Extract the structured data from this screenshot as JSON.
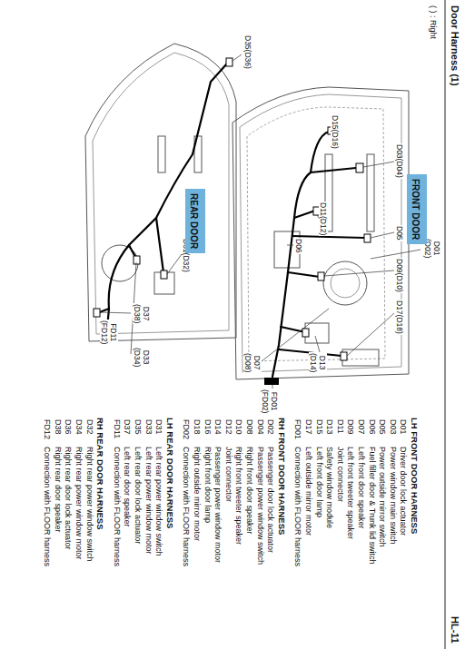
{
  "diagram": {
    "title": "Door Harness (1)",
    "nodes": [
      {
        "text": [
          "FRONT DOOR"
        ]
      },
      {
        "text": [
          "REAR DOOR"
        ]
      }
    ],
    "edges": [],
    "labels": [
      "HL-11",
      "( ) : Right",
      "D01 (D02)",
      "D03(D04)",
      "D05",
      "D09(D10)",
      "D17(D18)",
      "D15(D16)",
      "D11(D12)",
      "D06",
      "D13 (D14)",
      "D07 (D08)",
      "FD01 (FD02)",
      "D35(D36)",
      "D31(D32)",
      "D37 (D38)",
      "D33 (D34)",
      "FD11 (FD12)",
      "LH FRONT DOOR HARNESS",
      "D01",
      "Driver door lock actuator",
      "D03",
      "Power window main switch",
      "D05",
      "Power outside mirror switch",
      "D06",
      "Fuel filler door & Trunk lid switch",
      "D07",
      "Left front door speaker",
      "D09",
      "Left front tweeter speaker",
      "D11",
      "Joint connector",
      "D13",
      "Safety window module",
      "D15",
      "Left front door lamp",
      "D17",
      "Left outside mirror motor",
      "FD01",
      "Connection with FLOOR harness",
      "RH FRONT DOOR HARNESS",
      "D02",
      "Passenger door lock actuator",
      "D04",
      "Passenger power window switch",
      "D08",
      "Right front door speaker",
      "D10",
      "Right front tweeter speaker",
      "D12",
      "Joint connector",
      "D14",
      "Passenger power window motor",
      "D16",
      "Right front door lamp",
      "D18",
      "Right outside mirror motor",
      "FD02",
      "Connection with FLOOR harness",
      "LH REAR DOOR HARNESS",
      "D31",
      "Left rear power window switch",
      "D33",
      "Left rear power window motor",
      "D35",
      "Left rear door lock actuator",
      "D37",
      "Left rear door speaker",
      "FD11",
      "Connection with FLOOR harness",
      "RH REAR DOOR HARNESS",
      "D32",
      "Right rear power window switch",
      "D34",
      "Right rear power window motor",
      "D36",
      "Right rear door lock actuator",
      "D38",
      "Right rear door speaker",
      "FD12",
      "Connection with FLOOR harness"
    ]
  }
}
